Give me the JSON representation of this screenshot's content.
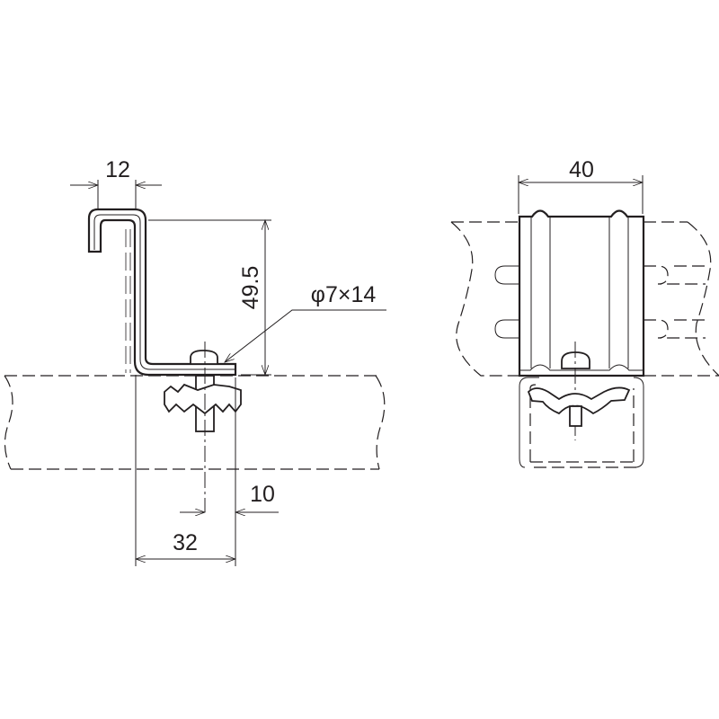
{
  "side_view": {
    "dim_hook_width": "12",
    "dim_height": "49.5",
    "dim_bolt": "φ7×14",
    "dim_bolt_offset": "10",
    "dim_base_length": "32"
  },
  "front_view": {
    "dim_width": "40"
  },
  "colors": {
    "line": "#231f20",
    "background": "#ffffff"
  }
}
